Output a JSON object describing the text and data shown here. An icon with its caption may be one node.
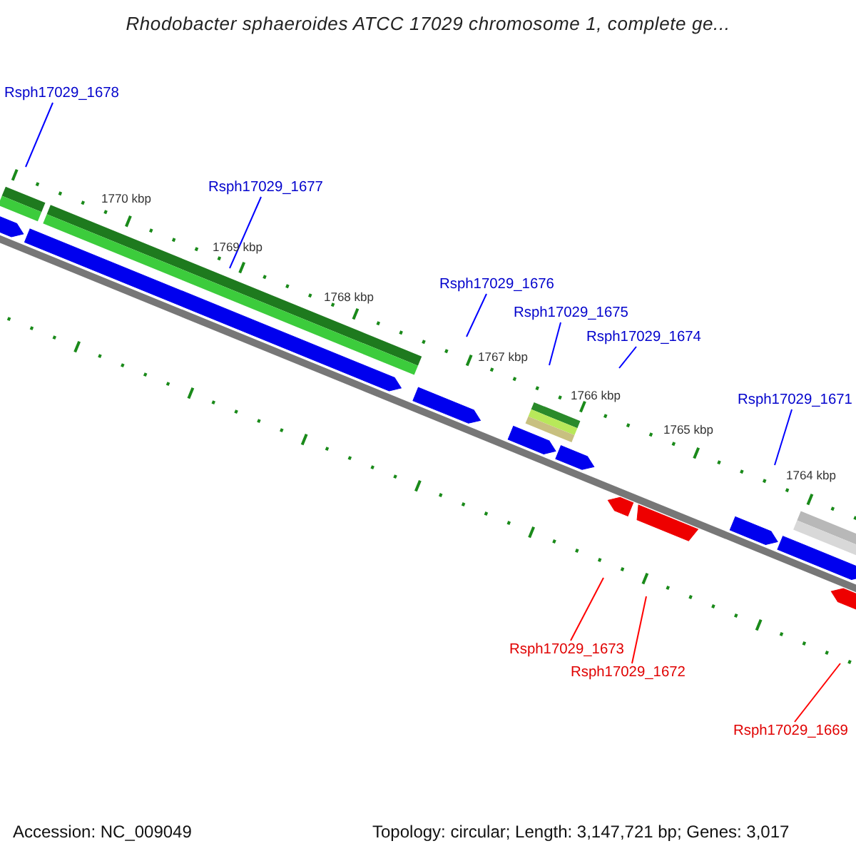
{
  "diagram": {
    "title": "Rhodobacter sphaeroides ATCC 17029 chromosome 1, complete ge...",
    "nodes": [
      {
        "text": [
          "Rsph17029_1678"
        ]
      },
      {
        "text": [
          "Rsph17029_1677"
        ]
      },
      {
        "text": [
          "Rsph17029_1676"
        ]
      },
      {
        "text": [
          "Rsph17029_1675"
        ]
      },
      {
        "text": [
          "Rsph17029_1674"
        ]
      },
      {
        "text": [
          "Rsph17029_1671"
        ]
      },
      {
        "text": [
          "Rsph17029_1673"
        ]
      },
      {
        "text": [
          "Rsph17029_1672"
        ]
      },
      {
        "text": [
          "Rsph17029_1669"
        ]
      }
    ],
    "edges": [
      {
        "from": 0,
        "to": null,
        "arrow": "none"
      },
      {
        "from": 1,
        "to": null,
        "arrow": "none"
      },
      {
        "from": 2,
        "to": null,
        "arrow": "none"
      },
      {
        "from": 3,
        "to": null,
        "arrow": "none"
      },
      {
        "from": 4,
        "to": null,
        "arrow": "none"
      },
      {
        "from": 5,
        "to": null,
        "arrow": "none"
      },
      {
        "from": 6,
        "to": null,
        "arrow": "none",
        "color": "#ff0000"
      },
      {
        "from": 7,
        "to": null,
        "arrow": "none",
        "color": "#ff0000"
      },
      {
        "from": 8,
        "to": null,
        "arrow": "none",
        "color": "#ff0000"
      }
    ],
    "labels": [
      "1770 kbp",
      "1769 kbp",
      "1768 kbp",
      "1767 kbp",
      "1766 kbp",
      "1765 kbp",
      "1764 kbp",
      "Accession: NC_009049",
      "Topology: circular; Length: 3,147,721 bp; Genes: 3,017"
    ]
  }
}
